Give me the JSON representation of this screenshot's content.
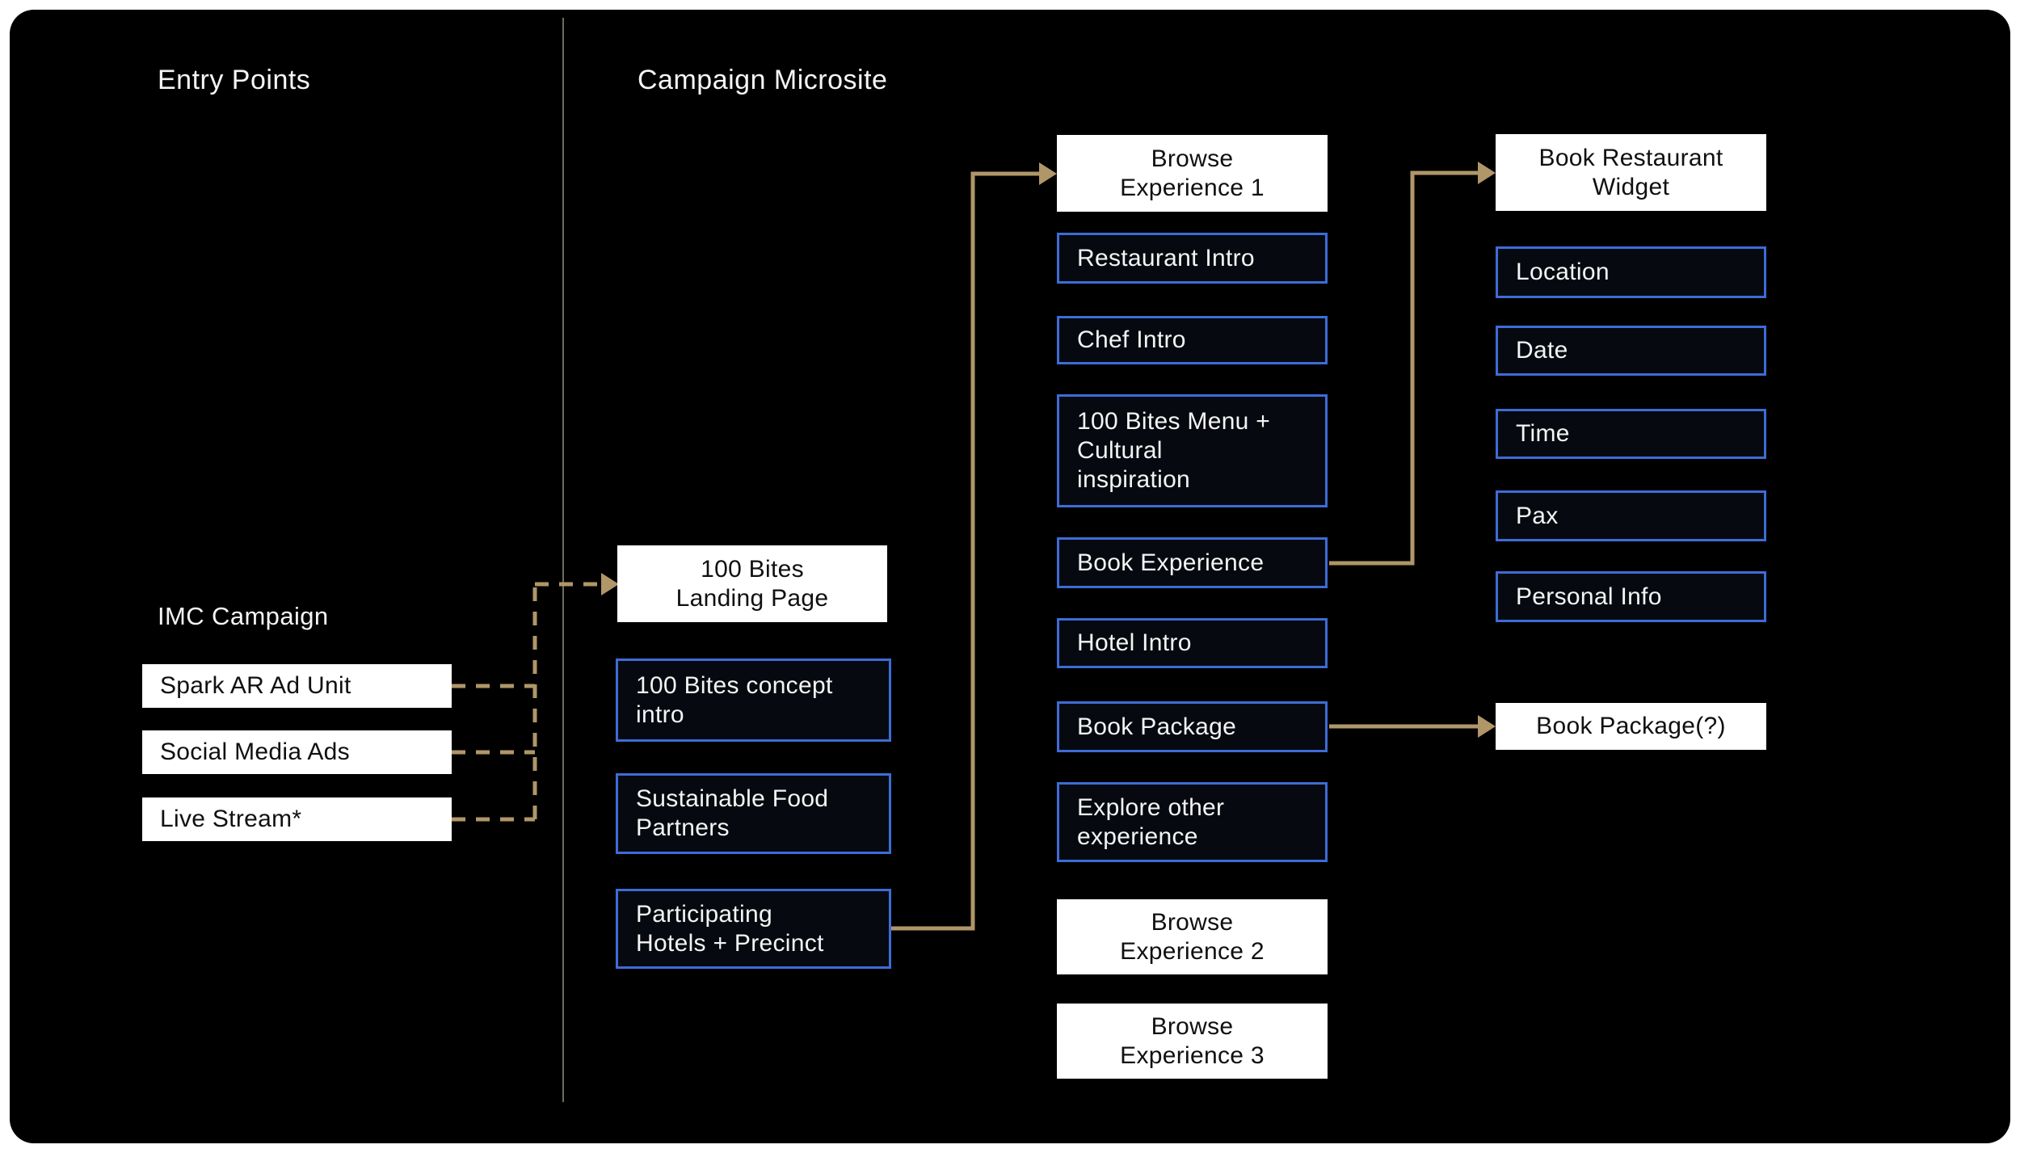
{
  "sections": {
    "entry_points": {
      "title": "Entry Points"
    },
    "campaign_microsite": {
      "title": "Campaign Microsite"
    }
  },
  "labels": {
    "imc_campaign": "IMC Campaign"
  },
  "nodes": {
    "spark_ar": {
      "label": "Spark AR Ad Unit",
      "style": "solid-white"
    },
    "social_ads": {
      "label": "Social Media Ads",
      "style": "solid-white"
    },
    "live_stream": {
      "label": "Live Stream*",
      "style": "solid-white"
    },
    "landing": {
      "label": "100 Bites\nLanding Page",
      "style": "solid-white"
    },
    "concept_intro": {
      "label": "100 Bites concept\nintro",
      "style": "outline-blue"
    },
    "sustainable_partners": {
      "label": "Sustainable Food\nPartners",
      "style": "outline-blue"
    },
    "participating_hotels": {
      "label": "Participating\nHotels + Precinct",
      "style": "outline-blue"
    },
    "browse_exp_1": {
      "label": "Browse\nExperience 1",
      "style": "solid-white"
    },
    "restaurant_intro": {
      "label": "Restaurant Intro",
      "style": "outline-blue"
    },
    "chef_intro": {
      "label": "Chef Intro",
      "style": "outline-blue"
    },
    "bites_menu": {
      "label": "100 Bites Menu +\nCultural\ninspiration",
      "style": "outline-blue"
    },
    "book_experience": {
      "label": "Book Experience",
      "style": "outline-blue"
    },
    "hotel_intro": {
      "label": "Hotel Intro",
      "style": "outline-blue"
    },
    "book_package": {
      "label": "Book Package",
      "style": "outline-blue"
    },
    "explore_other": {
      "label": "Explore other\nexperience",
      "style": "outline-blue"
    },
    "browse_exp_2": {
      "label": "Browse\nExperience 2",
      "style": "solid-white"
    },
    "browse_exp_3": {
      "label": "Browse\nExperience 3",
      "style": "solid-white"
    },
    "book_restaurant_widget": {
      "label": "Book Restaurant\nWidget",
      "style": "solid-white"
    },
    "location": {
      "label": "Location",
      "style": "outline-blue"
    },
    "date": {
      "label": "Date",
      "style": "outline-blue"
    },
    "time": {
      "label": "Time",
      "style": "outline-blue"
    },
    "pax": {
      "label": "Pax",
      "style": "outline-blue"
    },
    "personal_info": {
      "label": "Personal Info",
      "style": "outline-blue"
    },
    "book_package_q": {
      "label": "Book Package(?)",
      "style": "solid-white"
    }
  },
  "connections": [
    {
      "from": "spark_ar",
      "to": "landing",
      "style": "dashed-arrow"
    },
    {
      "from": "social_ads",
      "to": "landing",
      "style": "dashed-arrow"
    },
    {
      "from": "live_stream",
      "to": "landing",
      "style": "dashed-arrow"
    },
    {
      "from": "participating_hotels",
      "to": "browse_exp_1",
      "style": "solid-arrow"
    },
    {
      "from": "book_experience",
      "to": "book_restaurant_widget",
      "style": "solid-arrow"
    },
    {
      "from": "book_package",
      "to": "book_package_q",
      "style": "solid-arrow"
    }
  ],
  "colors": {
    "background": "#000000",
    "page_bg": "#ffffff",
    "white_node_bg": "#ffffff",
    "white_node_text": "#101010",
    "outline_node_border": "#3e6cd6",
    "outline_node_bg": "#060a10",
    "outline_node_text": "#f4f4f4",
    "connector": "#b09668",
    "divider": "#6f6b62",
    "heading_text": "#f5f5f5"
  }
}
